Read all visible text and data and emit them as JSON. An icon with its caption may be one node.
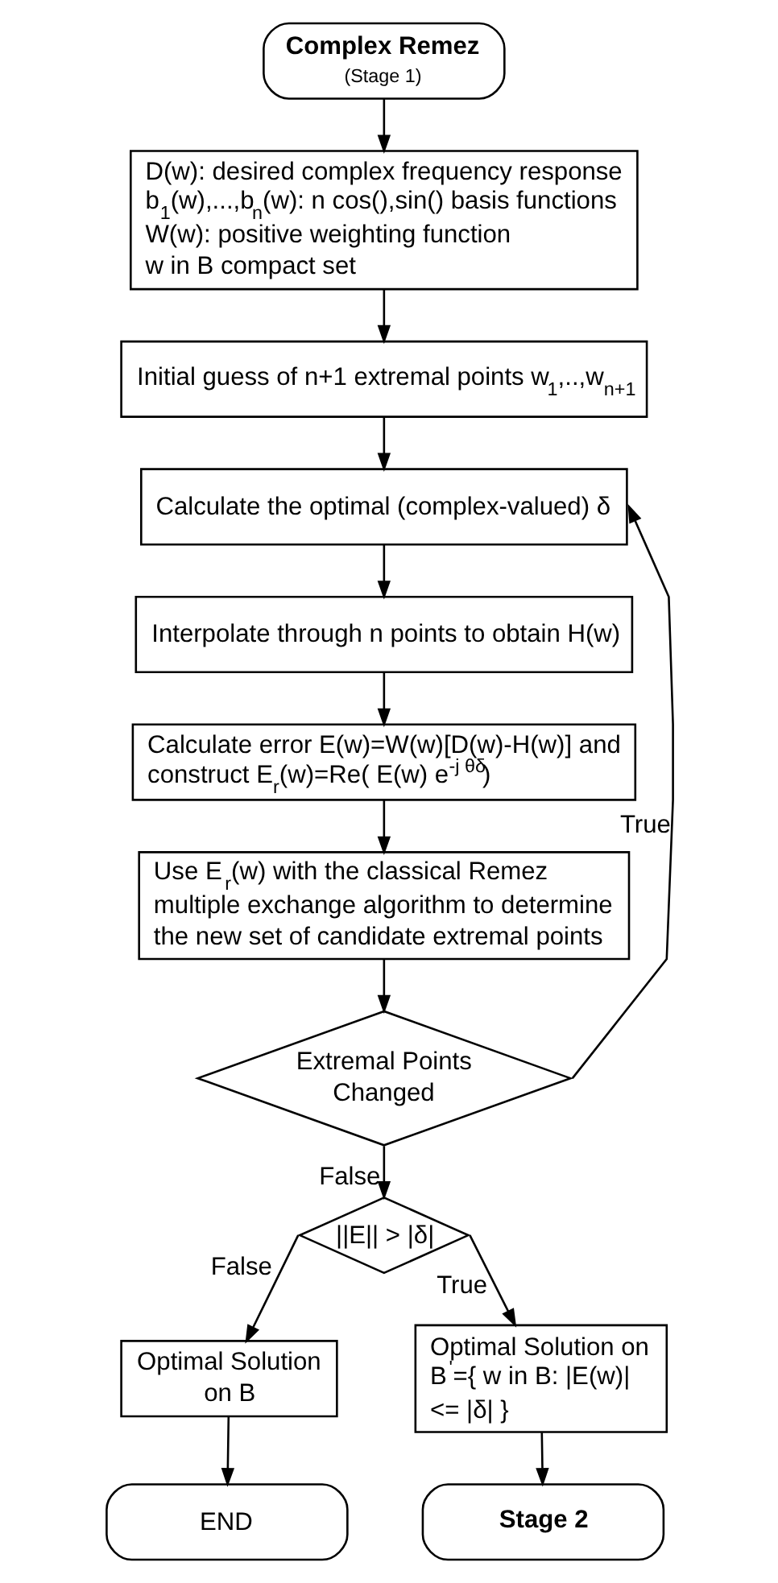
{
  "diagram": {
    "nodes": [
      {
        "text": [
          "Complex Remez",
          "(Stage 1)"
        ]
      },
      {
        "text": [
          "D(w): desired complex frequency response",
          "b$_{1}$(w),...,b$_{n}$(w): n cos(),sin() basis functions",
          "W(w): positive weighting function",
          "w in B compact set"
        ]
      },
      {
        "text": [
          "Initial guess of n+1 extremal points w$_{1}$,..,w$_{n+1}$"
        ]
      },
      {
        "text": [
          "Calculate the optimal (complex-valued) δ"
        ]
      },
      {
        "text": [
          "Interpolate through n points to obtain H(w)"
        ]
      },
      {
        "text": [
          "Calculate error E(w)=W(w)[D(w)-H(w)] and construct E$_{r}$(w)=Re( E(w) e$^{-j θδ}$)"
        ]
      },
      {
        "text": [
          "Use E$_{r}$(w) with the classical Remez multiple exchange algorithm to determine the new set of candidate extremal points"
        ]
      },
      {
        "text": [
          "Extremal Points Changed"
        ]
      },
      {
        "text": [
          "||E|| > |δ|"
        ]
      },
      {
        "text": [
          "Optimal Solution on B"
        ]
      },
      {
        "text": [
          "Optimal Solution on B$^{'}$={ w in B: |E(w)| <= |δ| }"
        ]
      },
      {
        "text": [
          "END"
        ]
      },
      {
        "text": [
          "Stage 2"
        ]
      }
    ],
    "edges": [
      {
        "from": 0,
        "to": 1,
        "arrow": "to"
      },
      {
        "from": 1,
        "to": 2,
        "arrow": "to"
      },
      {
        "from": 2,
        "to": 3,
        "arrow": "to"
      },
      {
        "from": 3,
        "to": 4,
        "arrow": "to"
      },
      {
        "from": 4,
        "to": 5,
        "arrow": "to"
      },
      {
        "from": 5,
        "to": 6,
        "arrow": "to"
      },
      {
        "from": 6,
        "to": 7,
        "arrow": "to"
      },
      {
        "from": 7,
        "to": 3,
        "arrow": "to",
        "label": "True"
      },
      {
        "from": 7,
        "to": 8,
        "arrow": "to",
        "label": "False"
      },
      {
        "from": 8,
        "to": 9,
        "arrow": "to",
        "label": "False"
      },
      {
        "from": 8,
        "to": 10,
        "arrow": "to",
        "label": "True"
      },
      {
        "from": 9,
        "to": 11,
        "arrow": "to"
      },
      {
        "from": 10,
        "to": 12,
        "arrow": "to"
      }
    ]
  }
}
